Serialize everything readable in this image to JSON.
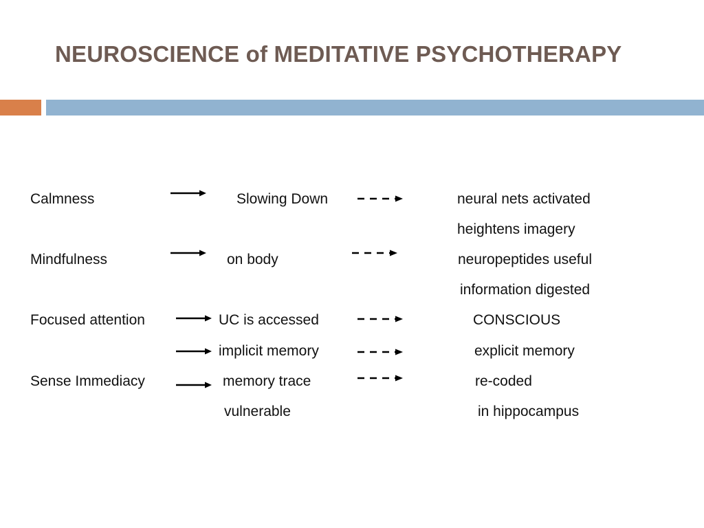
{
  "slide": {
    "title": "NEUROSCIENCE of MEDITATIVE PSYCHOTHERAPY",
    "colors": {
      "title": "#6e5b53",
      "accent_bar": "#d9804a",
      "rule_bar": "#91b3d0",
      "text": "#111111"
    }
  },
  "rows": {
    "calmness": {
      "cause": "Calmness",
      "effect": "Slowing Down",
      "result_1": "neural nets activated",
      "result_2": "heightens  imagery"
    },
    "mindfulness": {
      "cause": "Mindfulness",
      "effect": "on body",
      "result_1": "neuropeptides useful",
      "result_2": "information digested"
    },
    "focused_attention": {
      "cause": "Focused attention",
      "effect": "UC is accessed",
      "result": "CONSCIOUS"
    },
    "implicit_memory": {
      "effect": "implicit memory",
      "result": "explicit memory"
    },
    "sense_immediacy": {
      "cause": "Sense Immediacy",
      "effect_1": "memory trace",
      "effect_2": "vulnerable",
      "result_1": "re-coded",
      "result_2": "in hippocampus"
    }
  },
  "icons": {
    "solid_arrow": "solid-arrow-icon",
    "dashed_arrow": "dashed-arrow-icon"
  }
}
